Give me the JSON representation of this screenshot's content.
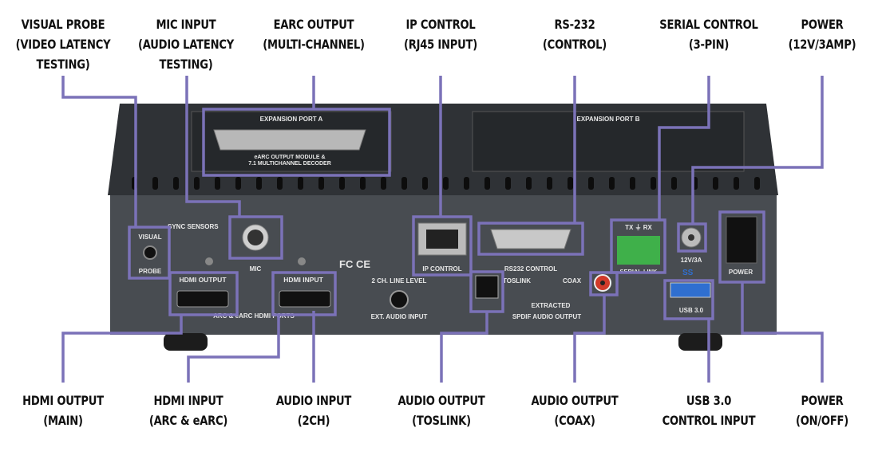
{
  "colors": {
    "callout": "#7b72b8",
    "chassis": "#3a3d41",
    "panel": "#4a4e53",
    "text_label": "#111111",
    "panel_text": "#e6e6e6",
    "terminal_green": "#3fb04a",
    "usb_blue": "#2f6fd0",
    "coax_red": "#d03a2a"
  },
  "top_labels": [
    {
      "id": "visual-probe",
      "lines": [
        "VISUAL PROBE",
        "(VIDEO LATENCY",
        "TESTING)"
      ]
    },
    {
      "id": "mic-input",
      "lines": [
        "MIC INPUT",
        "(AUDIO LATENCY",
        "TESTING)"
      ]
    },
    {
      "id": "earc-output",
      "lines": [
        "EARC OUTPUT",
        "(MULTI-CHANNEL)"
      ]
    },
    {
      "id": "ip-control",
      "lines": [
        "IP CONTROL",
        "(RJ45 INPUT)"
      ]
    },
    {
      "id": "rs232",
      "lines": [
        "RS-232",
        "(CONTROL)"
      ]
    },
    {
      "id": "serial-control",
      "lines": [
        "SERIAL CONTROL",
        "(3-PIN)"
      ]
    },
    {
      "id": "power-top",
      "lines": [
        "POWER",
        "(12V/3AMP)"
      ]
    }
  ],
  "bottom_labels": [
    {
      "id": "hdmi-output",
      "lines": [
        "HDMI OUTPUT",
        "(MAIN)"
      ]
    },
    {
      "id": "hdmi-input",
      "lines": [
        "HDMI INPUT",
        "(ARC & eARC)"
      ]
    },
    {
      "id": "audio-input",
      "lines": [
        "AUDIO INPUT",
        "(2CH)"
      ]
    },
    {
      "id": "audio-output-toslink",
      "lines": [
        "AUDIO OUTPUT",
        "(TOSLINK)"
      ]
    },
    {
      "id": "audio-output-coax",
      "lines": [
        "AUDIO OUTPUT",
        "(COAX)"
      ]
    },
    {
      "id": "usb",
      "lines": [
        "USB 3.0",
        "CONTROL INPUT"
      ]
    },
    {
      "id": "power-bottom",
      "lines": [
        "POWER",
        "(ON/OFF)"
      ]
    }
  ],
  "panel_text": {
    "expansion_a": "EXPANSION PORT A",
    "expansion_b": "EXPANSION PORT B",
    "earc_module_1": "eARC OUTPUT MODULE &",
    "earc_module_2": "7.1 MULTICHANNEL DECODER",
    "sensors": "SYNC SENSORS",
    "visual": "VISUAL",
    "probe": "PROBE",
    "mic": "MIC",
    "hdmi_output": "HDMI OUTPUT",
    "hdmi_input": "HDMI INPUT",
    "hdmi_ports": "ARC & eARC HDMI PORTS",
    "certs": "FC CE",
    "line_level": "2 CH. LINE LEVEL",
    "ext_audio": "EXT. AUDIO INPUT",
    "ip_control": "IP CONTROL",
    "rs232": "RS232  CONTROL",
    "toslink": "TOSLINK",
    "coax": "COAX",
    "extracted": "EXTRACTED",
    "spdif": "SPDIF AUDIO OUTPUT",
    "tx_rx": "TX  ⏚  RX",
    "serial_link": "SERIAL LINK",
    "dc": "12V/3A",
    "ss": "SS",
    "usb": "USB 3.0",
    "power": "POWER"
  }
}
